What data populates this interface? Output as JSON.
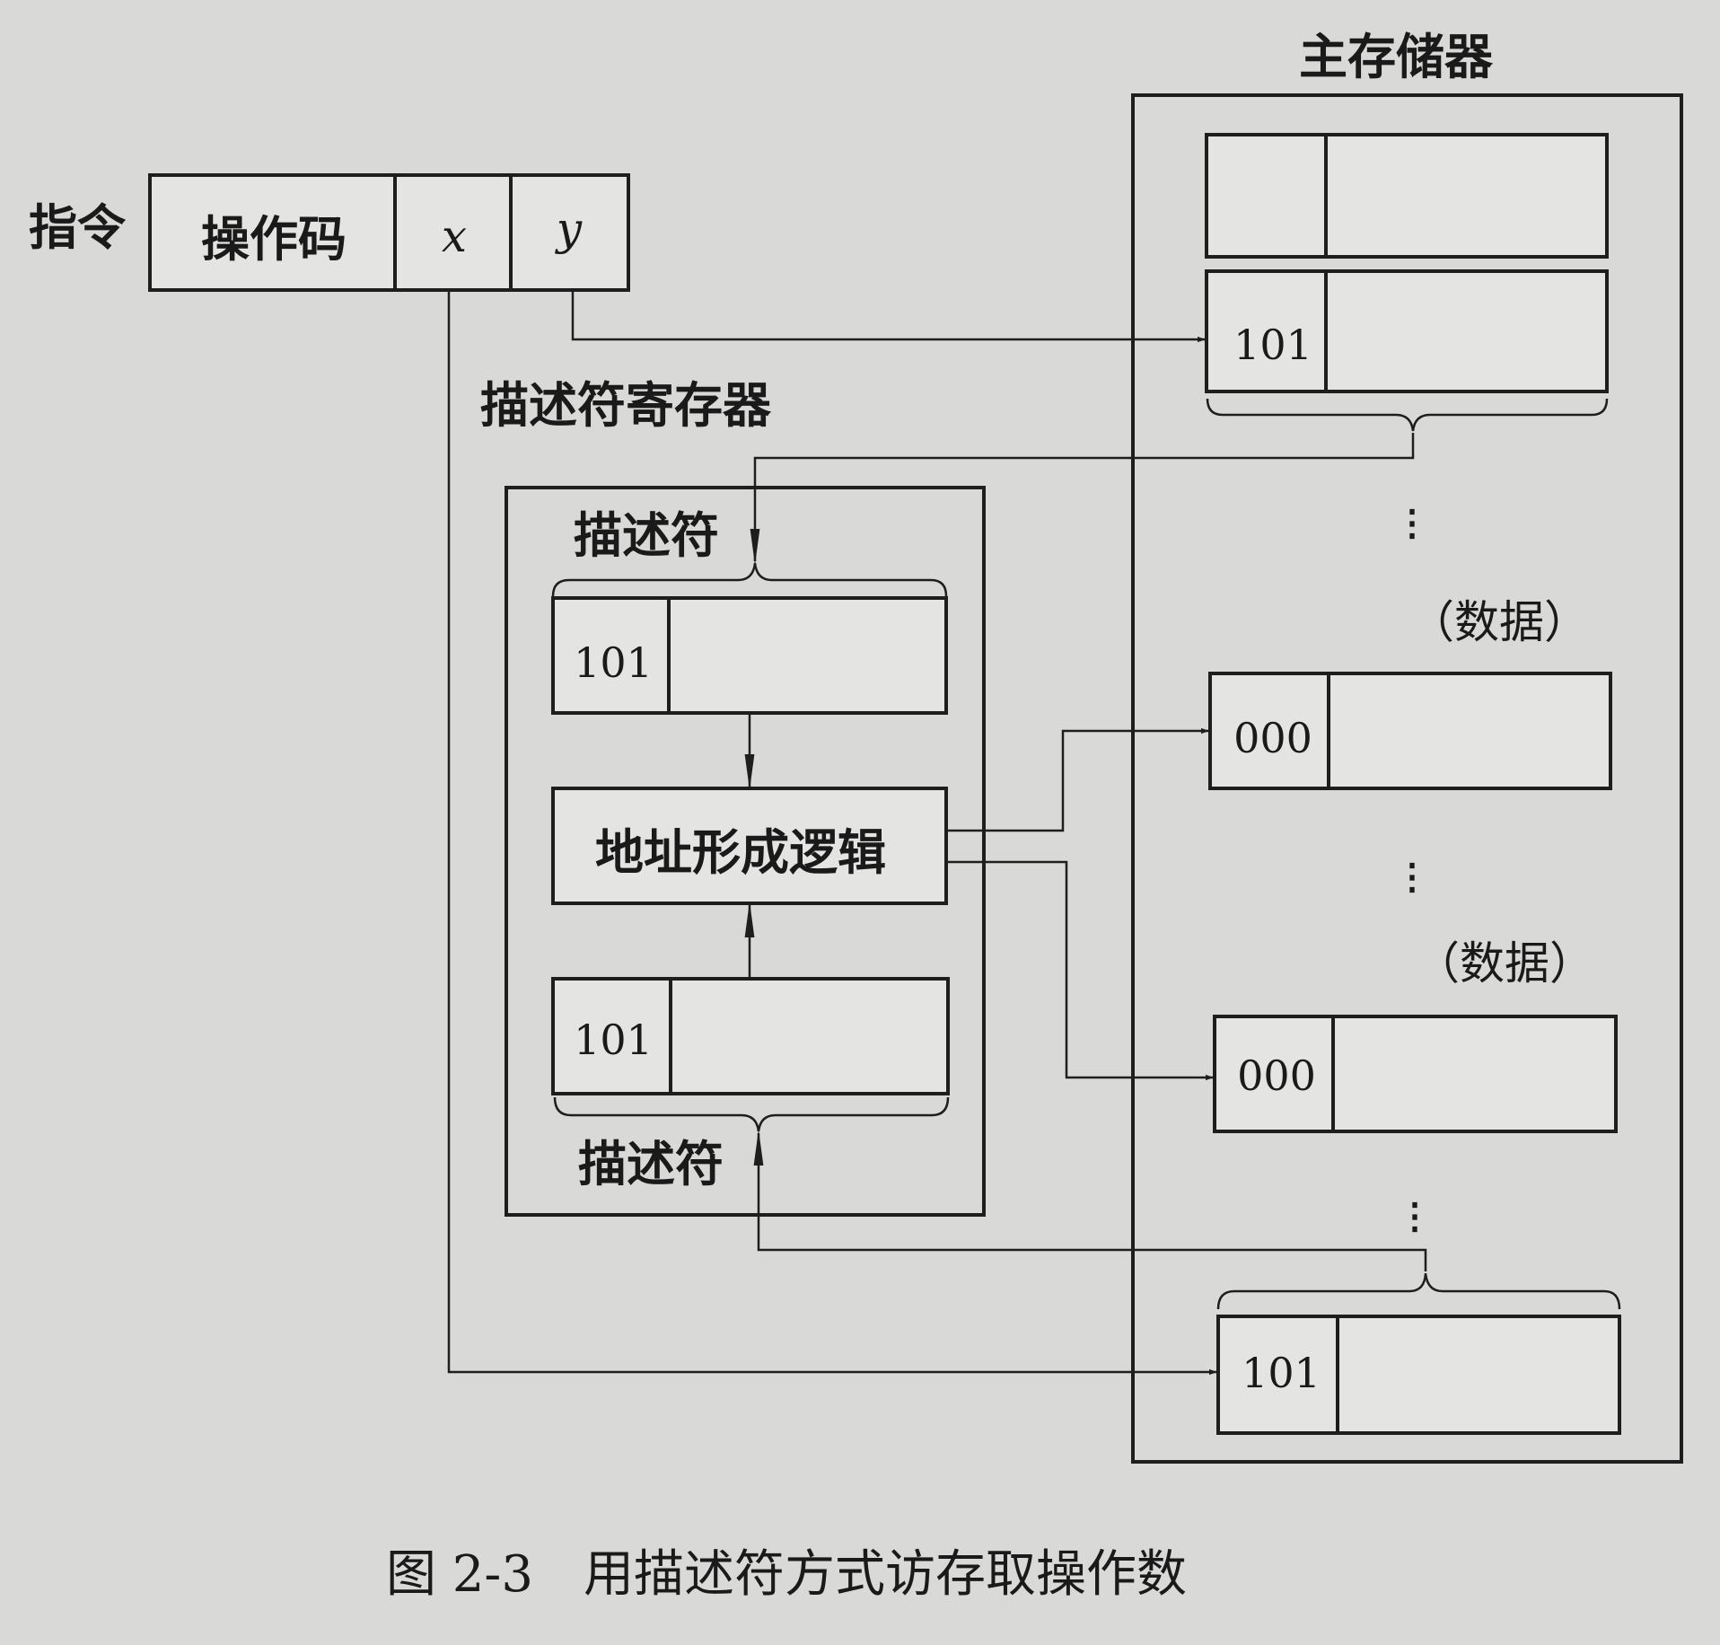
{
  "instruction": {
    "label": "指令",
    "opcode": "操作码",
    "x": "x",
    "y": "y"
  },
  "main_memory": {
    "title": "主存储器",
    "cells": [
      {
        "tag": ""
      },
      {
        "tag": "101"
      },
      {
        "tag": "000"
      },
      {
        "tag": "000"
      },
      {
        "tag": "101"
      }
    ],
    "data_labels": [
      "（数据）",
      "（数据）"
    ],
    "ellipsis": "⋮"
  },
  "descriptor_register": {
    "title": "描述符寄存器",
    "top_descriptor_label": "描述符",
    "bottom_descriptor_label": "描述符",
    "top_tag": "101",
    "bottom_tag": "101",
    "logic": "地址形成逻辑"
  },
  "caption": "图 2-3　用描述符方式访存取操作数"
}
